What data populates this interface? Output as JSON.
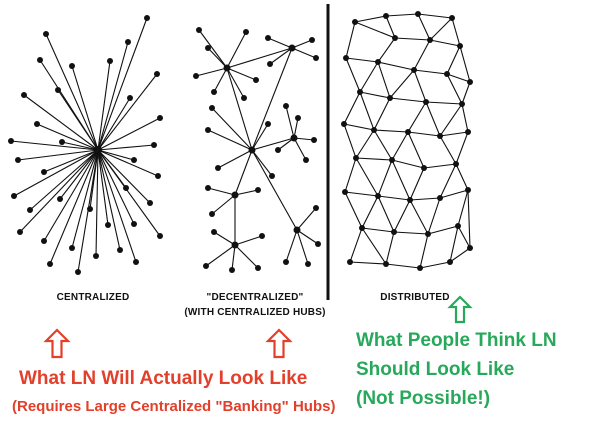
{
  "networks": {
    "centralized": {
      "label": "CENTRALIZED"
    },
    "decentralized": {
      "label_line1": "\"DECENTRALIZED\"",
      "label_line2": "(WITH CENTRALIZED HUBS)"
    },
    "distributed": {
      "label": "DISTRIBUTED"
    }
  },
  "captions": {
    "red_line1": "What LN Will Actually Look Like",
    "red_line2": "(Requires Large Centralized \"Banking\" Hubs)",
    "green_line1": "What People Think LN",
    "green_line2": "Should Look Like",
    "green_line3": "(Not Possible!)"
  },
  "colors": {
    "red": "#e2402b",
    "green": "#28a85a",
    "ink": "#111111"
  },
  "icons": {
    "red_arrows": "up-arrow-outline",
    "green_arrow": "up-arrow-outline"
  }
}
